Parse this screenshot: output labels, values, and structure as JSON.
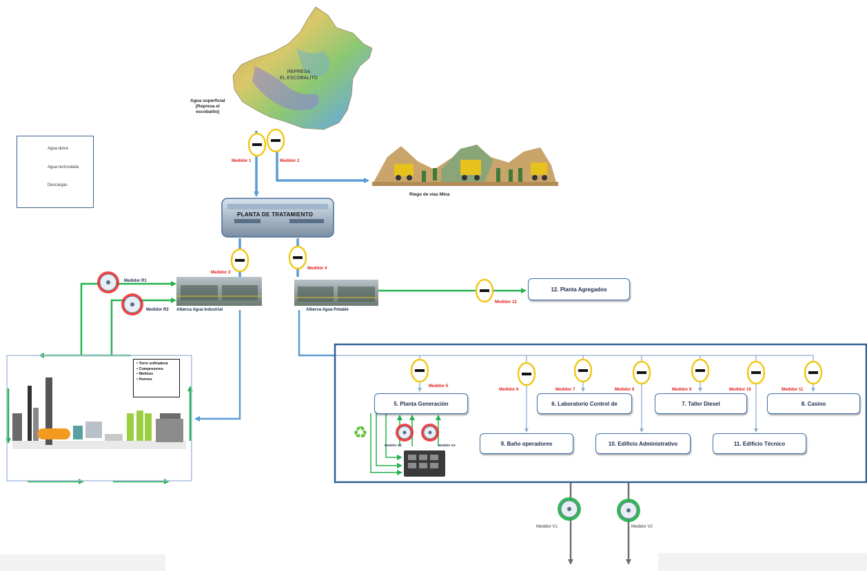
{
  "reservoir": {
    "label_line1": "REPRESA",
    "label_line2": "EL ESCOBALITO"
  },
  "source": {
    "line1": "Agua superficial",
    "line2": "(Represa el",
    "line3": "escobalito)"
  },
  "legend": {
    "items": [
      {
        "label": "Agua dulce",
        "color": "#5b9bd5"
      },
      {
        "label": "Agua recirculada",
        "color": "#22b14c"
      },
      {
        "label": "Descargas",
        "color": "#a6a6a6"
      }
    ]
  },
  "mine_roads": {
    "label": "Riego de vías Mina"
  },
  "treatment_plant": {
    "label": "PLANTA DE TRATAMIENTO"
  },
  "industrial_pond": {
    "label": "Alberca Agua Industrial"
  },
  "potable_pond": {
    "label": "Alberca Agua Potable"
  },
  "process_list": [
    "Torre enfriadora",
    "Compresores",
    "Molinos",
    "Hornos"
  ],
  "meters": {
    "m1": "Medidor 1",
    "m2": "Medidor 2",
    "m3": "Medidor 3",
    "m4": "Medidor 4",
    "m5": "Medidor 5",
    "m6": "Medidor 6",
    "m7": "Medidor 7",
    "m8": "Medidor 8",
    "m9": "Medidor 9",
    "m10": "Medidor 10",
    "m11": "Medidor 11",
    "m12": "Medidor 12",
    "r1": "Medidor R1",
    "r2": "Medidor R2",
    "g1": "Medidor G1",
    "g2": "Medidor G2",
    "v1": "Medidor V1",
    "v2": "Medidor V2"
  },
  "facilities": {
    "f5": "5. Planta Generación",
    "f6": "6. Laboratorio Control de",
    "f7": "7. Taller Diesel",
    "f8": "8. Casino",
    "f9": "9. Baño operadores",
    "f10": "10. Edificio Administrativo",
    "f11": "11. Edificio Técnico",
    "f12": "12. Planta Agregados"
  },
  "colors": {
    "fresh": "#5b9bd5",
    "recirculated": "#22b14c",
    "discharge": "#7f7f7f",
    "meter_red": "#e01818",
    "frame": "#2f5f94"
  }
}
